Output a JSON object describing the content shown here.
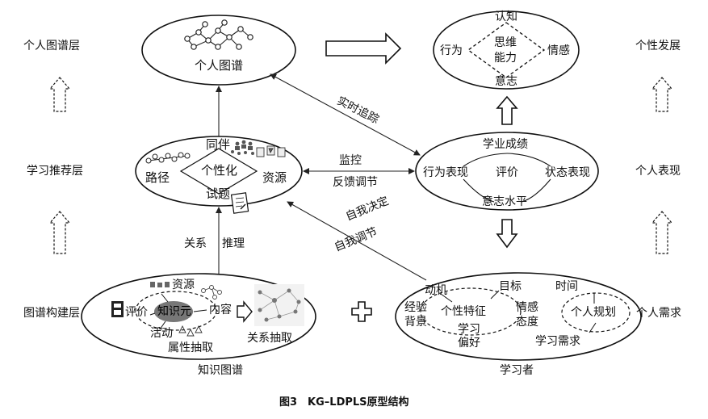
{
  "layers": {
    "left": {
      "top": "个人图谱层",
      "middle": "学习推荐层",
      "bottom": "图谱构建层"
    },
    "right": {
      "top": "个性发展",
      "middle": "个人表现",
      "bottom": "个人需求"
    }
  },
  "personal_graph": {
    "label": "个人图谱"
  },
  "development": {
    "top": "认知",
    "left": "行为",
    "right": "情感",
    "center_line1": "思维",
    "center_line2": "能力",
    "bottom": "意志"
  },
  "recommendation": {
    "top": "同伴",
    "left": "路径",
    "center": "个性化",
    "right": "资源",
    "bottom": "试题"
  },
  "performance": {
    "top": "学业成绩",
    "left": "行为表现",
    "center": "评价",
    "right": "状态表现",
    "bottom": "意志水平"
  },
  "knowledge_graph": {
    "resource": "资源",
    "evaluation": "评价",
    "node": "知识元",
    "content": "内容",
    "activity": "活动",
    "attribute_extraction": "属性抽取",
    "relation_extraction": "关系抽取",
    "label": "知识图谱"
  },
  "learner": {
    "motivation": "动机",
    "goal": "目标",
    "time": "时间",
    "experience": "经验",
    "background": "背景",
    "traits": "个性特征",
    "emotion": "情感",
    "attitude": "态度",
    "personal_plan": "个人规划",
    "learning": "学习",
    "preference": "偏好",
    "learning_needs": "学习需求",
    "label": "学习者"
  },
  "edges": {
    "realtime_tracking": "实时追踪",
    "monitor": "监控",
    "feedback": "反馈调节",
    "relation": "关系",
    "reasoning": "推理",
    "self_decision": "自我决定",
    "self_regulation": "自我调节"
  },
  "caption": "图3　KG–LDPLS原型结构"
}
